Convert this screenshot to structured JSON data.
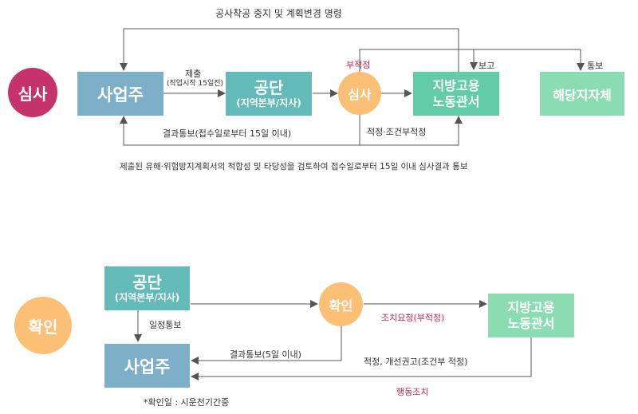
{
  "colors": {
    "magenta": "#c6326b",
    "blue": "#7dafc8",
    "teal": "#64b9b9",
    "orange": "#fbbf76",
    "green": "#62cba8",
    "lightgreen": "#8cdcb3",
    "accent_text": "#c8294e",
    "line": "#555555"
  },
  "review": {
    "label": "심사",
    "top_note": "공사착공 중지 및 계획변경 명령",
    "nodes": {
      "business_owner": "사업주",
      "corporation_title": "공단",
      "corporation_sub": "(지역본부/지사)",
      "review_circle": "심사",
      "labor_office_line1": "지방고용",
      "labor_office_line2": "노동관서",
      "local_gov": "해당지자체"
    },
    "edges": {
      "submit": "제출",
      "submit_sub": "(작업시작 15일전)",
      "unsuitable": "부적정",
      "report": "보고",
      "notify": "통보",
      "result_notice": "결과통보(접수일로부터 15일 이내)",
      "suitable": "적정·조건부적정"
    },
    "footnote": "제출된 유해·위험방지계획서의 적합성 및 타당성을 검토하여 접수일로부터 15일 이내 심사결과 통보"
  },
  "confirm": {
    "label": "확인",
    "nodes": {
      "corporation_title": "공단",
      "corporation_sub": "(지역본부/지사)",
      "confirm_circle": "확인",
      "labor_office_line1": "지방고용",
      "labor_office_line2": "노동관서",
      "business_owner": "사업주"
    },
    "edges": {
      "schedule_notice": "일정통보",
      "correction_request": "조치요청(부적정)",
      "result_notice": "결과통보(5일 이내)",
      "suitable_advice": "적정, 개선권고(조건부 적정)",
      "administrative_action": "행동조치"
    },
    "footnote": "*확인일 : 시운전기간중"
  }
}
